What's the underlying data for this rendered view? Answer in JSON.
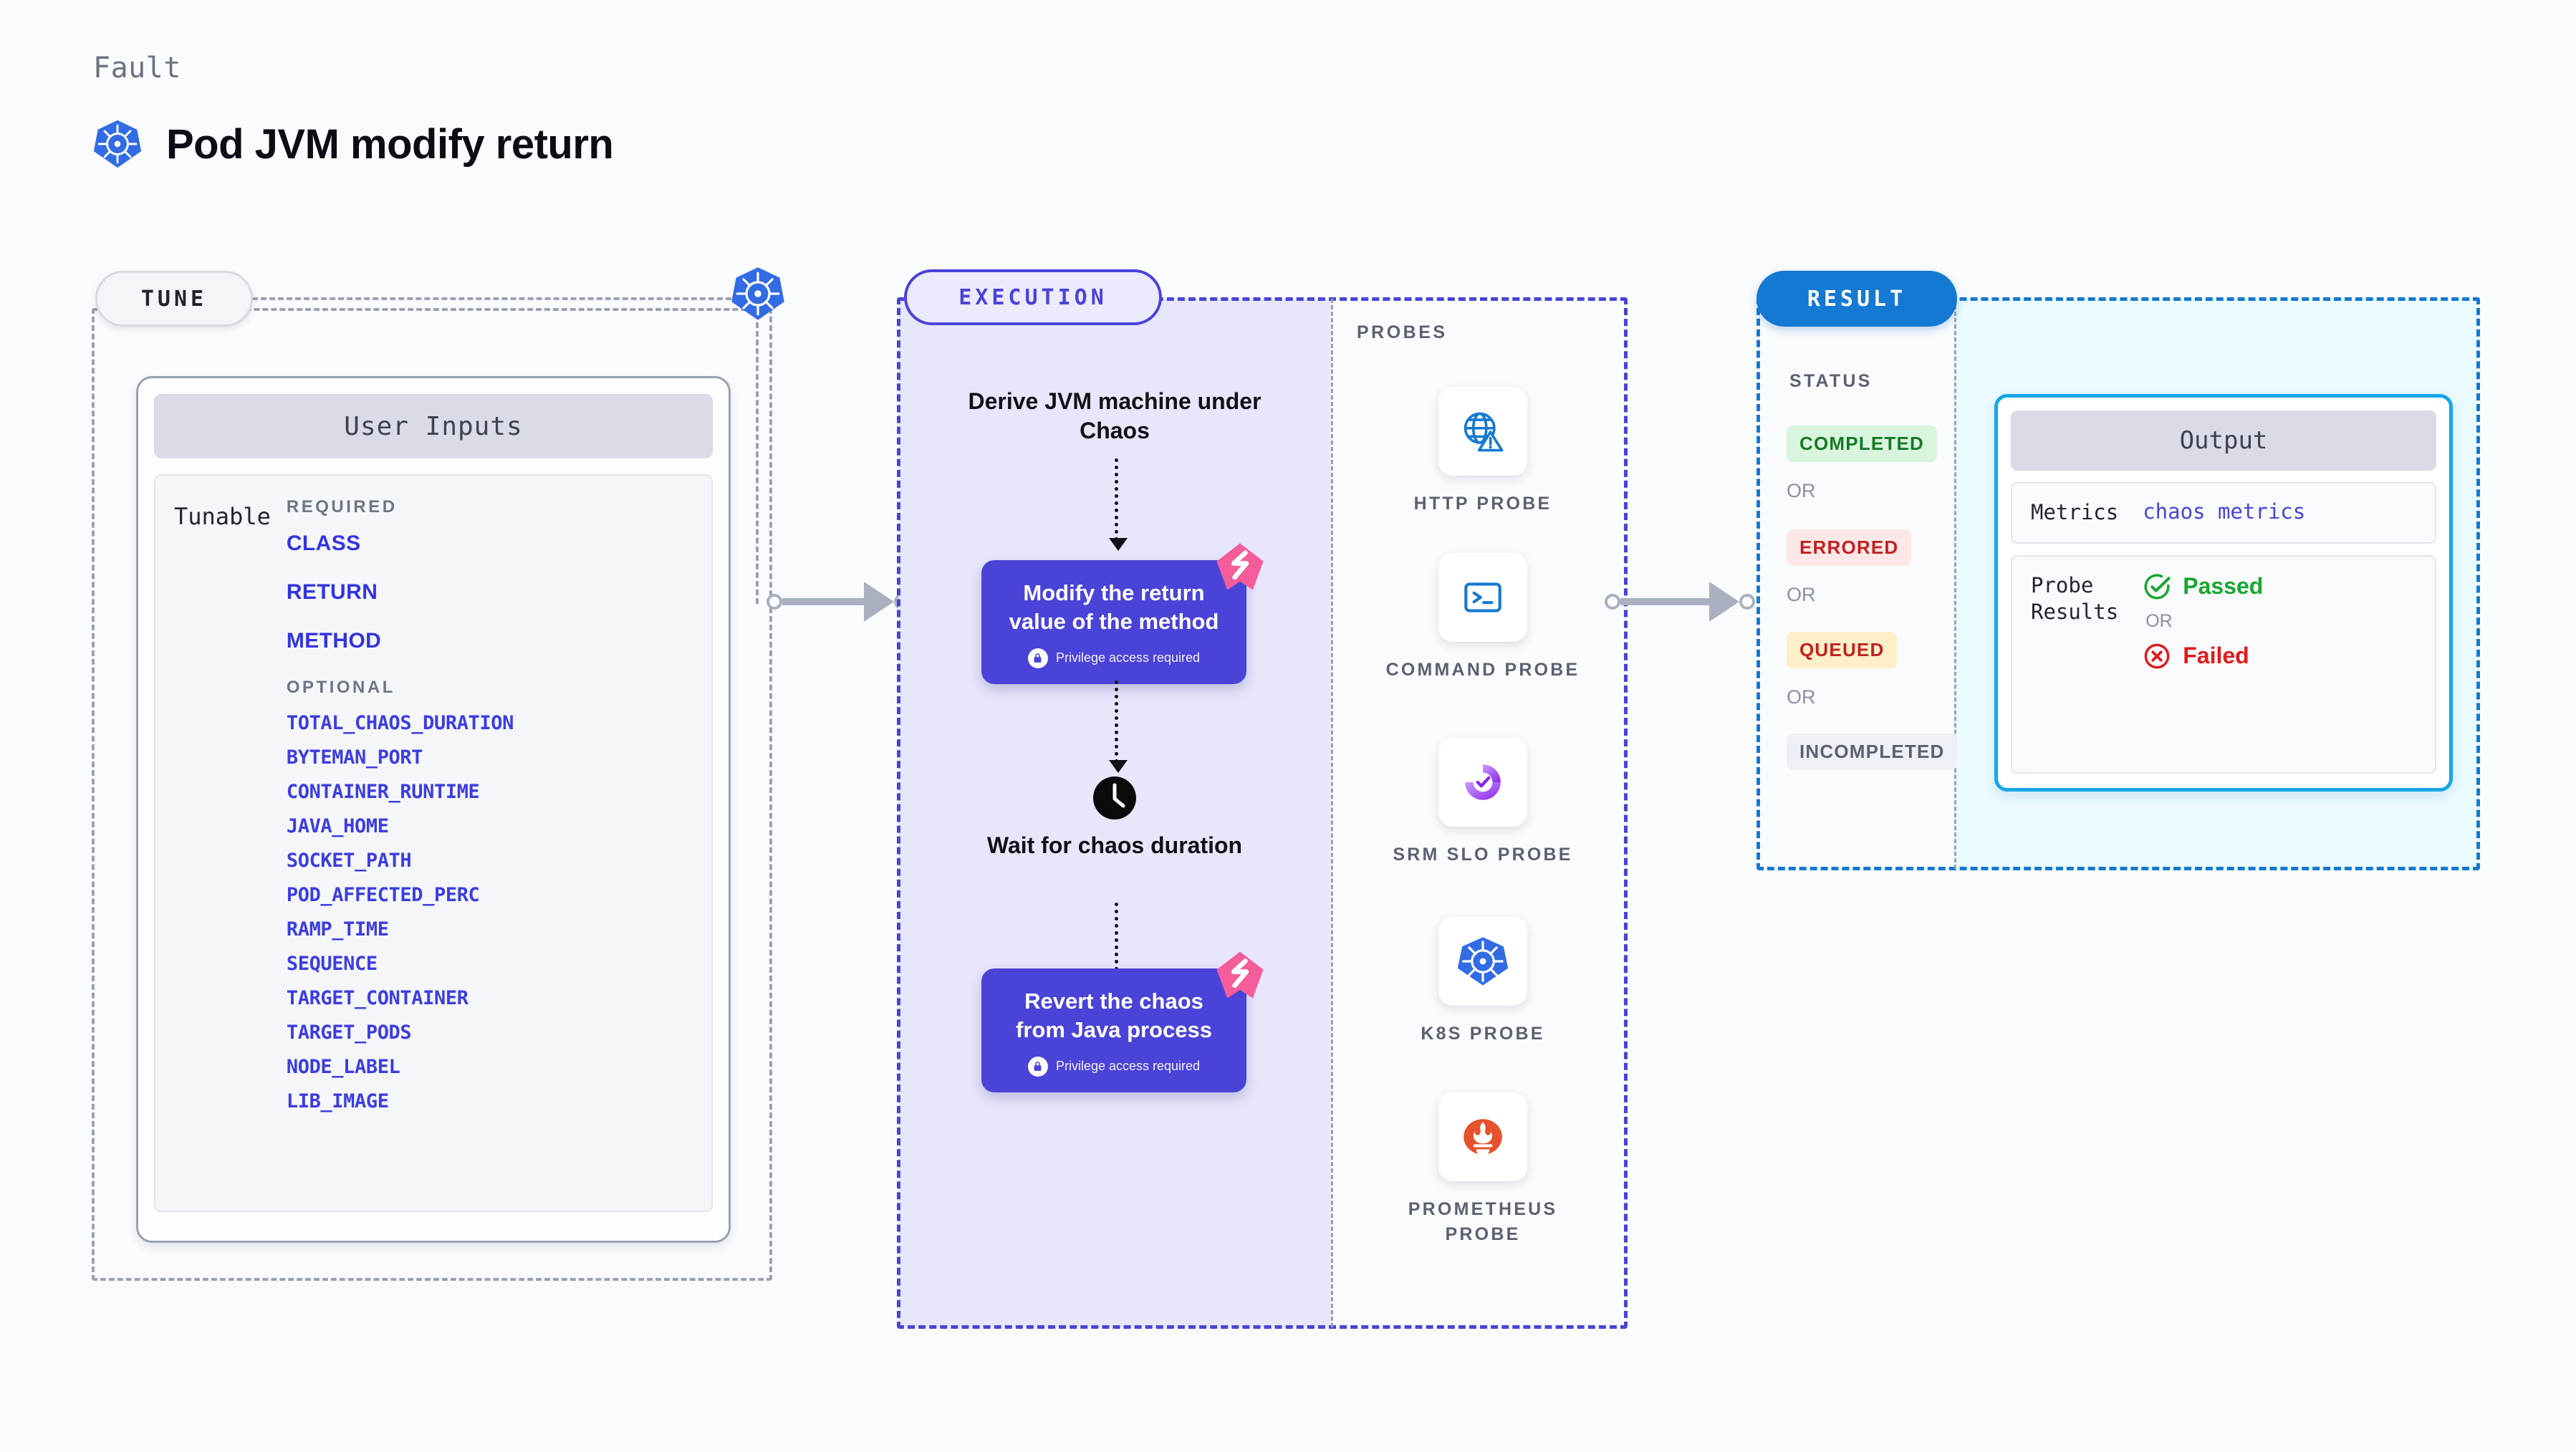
{
  "header": {
    "eyebrow": "Fault",
    "title": "Pod JVM modify return",
    "icon": "kubernetes-icon"
  },
  "tune": {
    "pill_label": "TUNE",
    "icon": "kubernetes-icon",
    "card": {
      "title": "User Inputs",
      "row_label": "Tunable",
      "required_title": "REQUIRED",
      "required": [
        "CLASS",
        "RETURN",
        "METHOD"
      ],
      "optional_title": "OPTIONAL",
      "optional": [
        "TOTAL_CHAOS_DURATION",
        "BYTEMAN_PORT",
        "CONTAINER_RUNTIME",
        "JAVA_HOME",
        "SOCKET_PATH",
        "POD_AFFECTED_PERC",
        "RAMP_TIME",
        "SEQUENCE",
        "TARGET_CONTAINER",
        "TARGET_PODS",
        "NODE_LABEL",
        "LIB_IMAGE"
      ]
    }
  },
  "execution": {
    "pill_label": "EXECUTION",
    "step1_text": "Derive JVM machine under Chaos",
    "step2_title": "Modify the return value of the method",
    "step2_note": "Privilege access required",
    "step3_text": "Wait for chaos duration",
    "step3_icon": "clock-icon",
    "step4_title": "Revert the chaos from Java process",
    "step4_note": "Privilege access required",
    "badge_icon": "litmus-chaos-icon",
    "lock_icon": "lock-icon"
  },
  "probes": {
    "title": "PROBES",
    "items": [
      {
        "label": "HTTP PROBE",
        "icon": "globe-warning-icon"
      },
      {
        "label": "COMMAND PROBE",
        "icon": "terminal-icon"
      },
      {
        "label": "SRM SLO PROBE",
        "icon": "srm-slo-icon"
      },
      {
        "label": "K8S PROBE",
        "icon": "kubernetes-icon"
      },
      {
        "label": "PROMETHEUS PROBE",
        "icon": "prometheus-icon"
      }
    ]
  },
  "result": {
    "pill_label": "RESULT",
    "status_title": "STATUS",
    "or_label": "OR",
    "statuses": [
      {
        "label": "COMPLETED",
        "bg": "#d9f5de",
        "fg": "#167a25"
      },
      {
        "label": "ERRORED",
        "bg": "#fde8e8",
        "fg": "#c32020"
      },
      {
        "label": "QUEUED",
        "bg": "#fdf0c8",
        "fg": "#c32020"
      },
      {
        "label": "INCOMPLETED",
        "bg": "#eef0f5",
        "fg": "#5b6170"
      }
    ],
    "output": {
      "title": "Output",
      "metrics_key": "Metrics",
      "metrics_value": "chaos metrics",
      "probe_key": "Probe\nResults",
      "passed_label": "Passed",
      "failed_label": "Failed",
      "or_label": "OR",
      "passed_icon": "check-circle-icon",
      "failed_icon": "x-circle-icon"
    }
  },
  "colors": {
    "accent_purple": "#4a43d8",
    "accent_blue": "#1479d2",
    "accent_cyan": "#18a6e8",
    "k8s_blue": "#326ce5",
    "litmus_pink": "#f55d9a",
    "pass_green": "#1aa631",
    "fail_red": "#e01b1b",
    "gray_dash": "#9aa2b1"
  }
}
